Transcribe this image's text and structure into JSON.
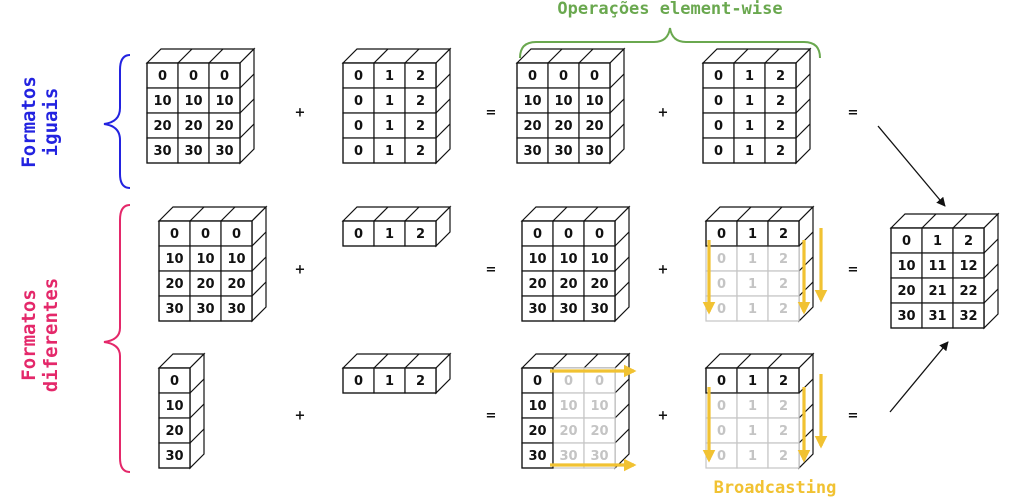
{
  "colors": {
    "equal_label": "#2323e0",
    "diff_label": "#e4286a",
    "elementwise": "#6aa84f",
    "broadcast": "#f1c232",
    "ghost": "#c4c4c4",
    "stroke": "#111111"
  },
  "labels": {
    "equal_line1": "Formatos",
    "equal_line2": "iguais",
    "diff_line1": "Formatos",
    "diff_line2": "diferentes",
    "elementwise": "Operações element-wise",
    "broadcasting": "Broadcasting"
  },
  "operators": {
    "plus": "+",
    "equals": "="
  },
  "matrices": {
    "tens_3x3": [
      [
        "0",
        "0",
        "0"
      ],
      [
        "10",
        "10",
        "10"
      ],
      [
        "20",
        "20",
        "20"
      ],
      [
        "30",
        "30",
        "30"
      ]
    ],
    "cols_4x3": [
      [
        "0",
        "1",
        "2"
      ],
      [
        "0",
        "1",
        "2"
      ],
      [
        "0",
        "1",
        "2"
      ],
      [
        "0",
        "1",
        "2"
      ]
    ],
    "row_1x3": [
      [
        "0",
        "1",
        "2"
      ]
    ],
    "col_4x1": [
      [
        "0"
      ],
      [
        "10"
      ],
      [
        "20"
      ],
      [
        "30"
      ]
    ],
    "result_4x3": [
      [
        "0",
        "1",
        "2"
      ],
      [
        "10",
        "11",
        "12"
      ],
      [
        "20",
        "21",
        "22"
      ],
      [
        "30",
        "31",
        "32"
      ]
    ]
  }
}
